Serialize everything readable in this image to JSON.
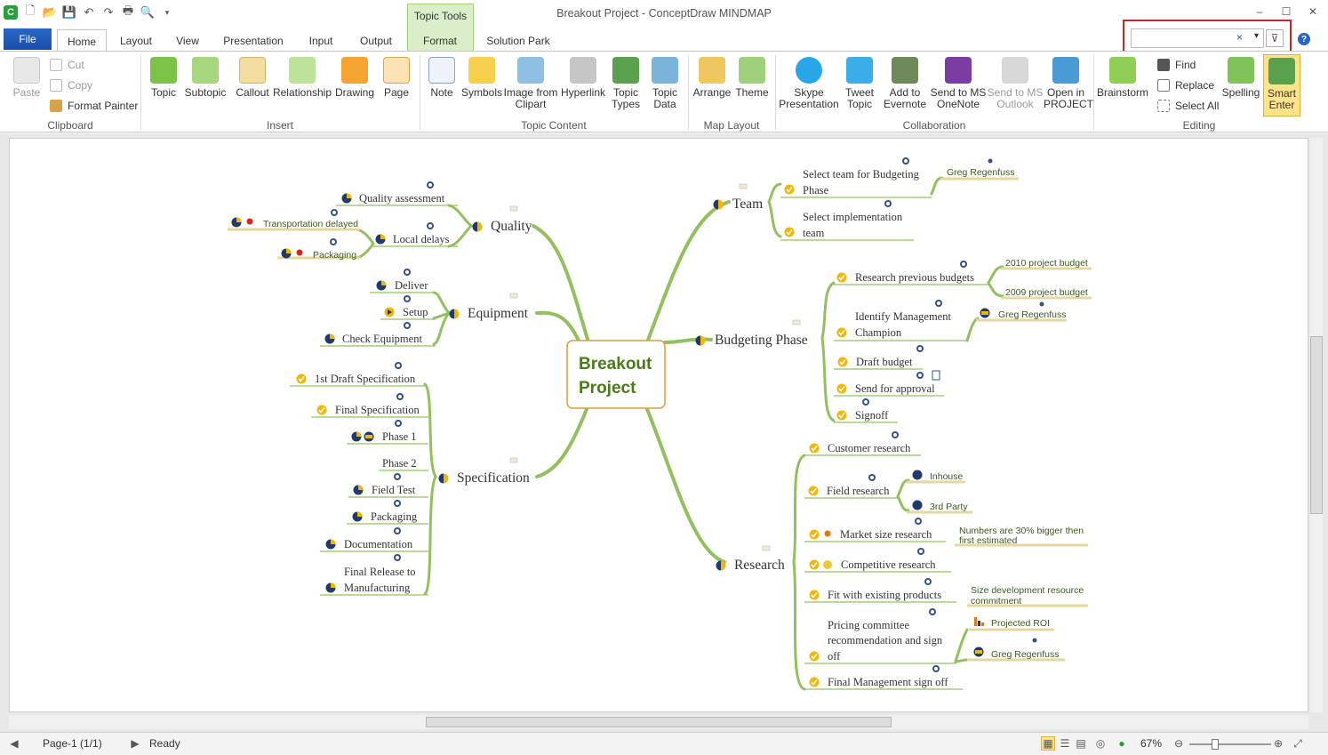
{
  "window": {
    "title": "Breakout Project -  ConceptDraw MINDMAP",
    "app_logo_glyph": "C"
  },
  "tabs": {
    "file": "File",
    "home": "Home",
    "layout": "Layout",
    "view": "View",
    "presentation": "Presentation",
    "input": "Input",
    "output": "Output",
    "contextual_group": "Topic Tools",
    "format": "Format",
    "solution_park": "Solution Park"
  },
  "search": {
    "value": "",
    "clear_glyph": "×",
    "dropdown_glyph": "▾",
    "filter_glyph": "⊽",
    "help_glyph": "?"
  },
  "ribbon": {
    "clipboard": {
      "label": "Clipboard",
      "paste": "Paste",
      "cut": "Cut",
      "copy": "Copy",
      "format_painter": "Format Painter"
    },
    "insert": {
      "label": "Insert",
      "topic": "Topic",
      "subtopic": "Subtopic",
      "callout": "Callout",
      "relationship": "Relationship",
      "drawing": "Drawing",
      "page": "Page"
    },
    "topic_content": {
      "label": "Topic Content",
      "note": "Note",
      "symbols": "Symbols",
      "image_line1": "Image from",
      "image_line2": "Clipart",
      "hyperlink": "Hyperlink",
      "topic_types_1": "Topic",
      "topic_types_2": "Types",
      "topic_data_1": "Topic",
      "topic_data_2": "Data"
    },
    "map_layout": {
      "label": "Map Layout",
      "arrange": "Arrange",
      "theme": "Theme"
    },
    "collaboration": {
      "label": "Collaboration",
      "skype_1": "Skype",
      "skype_2": "Presentation",
      "tweet_1": "Tweet",
      "tweet_2": "Topic",
      "evernote_1": "Add to",
      "evernote_2": "Evernote",
      "onenote_1": "Send to MS",
      "onenote_2": "OneNote",
      "outlook_1": "Send to MS",
      "outlook_2": "Outlook",
      "project_1": "Open in",
      "project_2": "PROJECT"
    },
    "editing": {
      "label": "Editing",
      "brainstorm": "Brainstorm",
      "find": "Find",
      "replace": "Replace",
      "select_all": "Select All",
      "spelling": "Spelling",
      "smart_enter_1": "Smart",
      "smart_enter_2": "Enter"
    }
  },
  "map": {
    "central": {
      "line1": "Breakout",
      "line2": "Project"
    },
    "branches": {
      "quality": {
        "label": "Quality",
        "items": [
          "Quality assessment",
          "Local delays"
        ],
        "callouts": [
          "Transportation delayed",
          "Packaging"
        ]
      },
      "equipment": {
        "label": "Equipment",
        "items": [
          "Deliver",
          "Setup",
          "Check Equipment"
        ]
      },
      "specification": {
        "label": "Specification",
        "items": [
          "1st Draft Specification",
          "Final Specification",
          "Phase 1",
          "Phase 2",
          "Field Test",
          "Packaging",
          "Documentation",
          "Final Release to",
          "Manufacturing"
        ]
      },
      "team": {
        "label": "Team",
        "items": [
          "Select team for Budgeting",
          "Phase",
          "Select implementation",
          "team"
        ],
        "resource": "Greg Regenfuss"
      },
      "budgeting": {
        "label": "Budgeting Phase",
        "items": [
          "Research previous budgets",
          "Identify Management",
          "Champion",
          "Draft budget",
          "Send for approval",
          "Signoff"
        ],
        "notes": [
          "2010 project budget",
          "2009 project budget",
          "Greg Regenfuss"
        ]
      },
      "research": {
        "label": "Research",
        "items": [
          "Customer research",
          "Field research",
          "Market size research",
          "Competitive research",
          "Fit with existing products",
          "Pricing committee",
          "recommendation and sign",
          "off",
          "Final Management sign off"
        ],
        "notes": [
          "Inhouse",
          "3rd Party",
          "Numbers are 30% bigger then",
          "first estimated",
          "Size development resource",
          "commitment",
          "Projected ROI",
          "Greg Regenfuss"
        ]
      }
    }
  },
  "status": {
    "page": "Page-1 (1/1)",
    "state": "Ready",
    "zoom": "67%",
    "zoom_level": 0.67
  },
  "colors": {
    "branch": "#93c05e",
    "central_border": "#e09a3a",
    "central_text": "#4a7a1a",
    "ribbon_accent": "#2a66c9",
    "highlight": "#c0292a"
  }
}
